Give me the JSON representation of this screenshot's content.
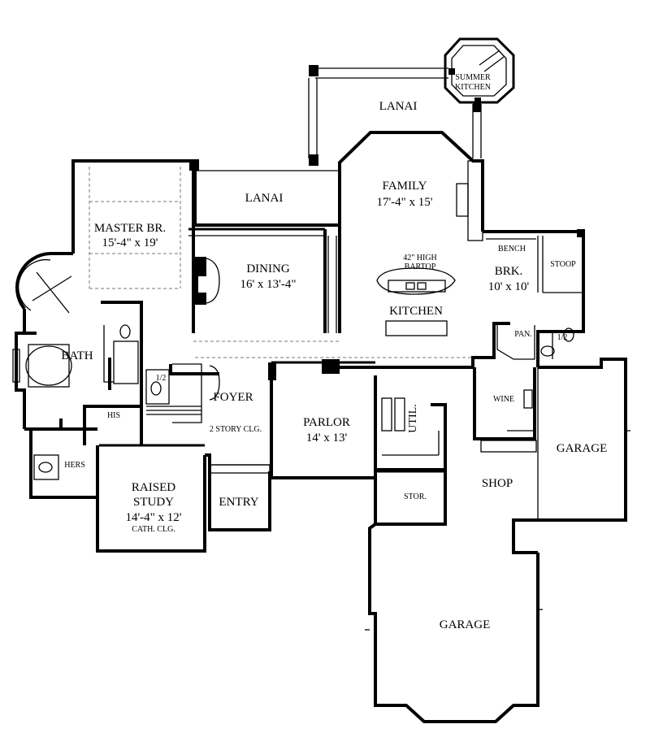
{
  "rooms": {
    "summer_kitchen": [
      "SUMMER",
      "KITCHEN"
    ],
    "lanai_rear": "LANAI",
    "lanai_mid": "LANAI",
    "family": {
      "name": "FAMILY",
      "size": "17'-4\" x 15'"
    },
    "master": {
      "name": "MASTER BR.",
      "size": "15'-4\" x 19'"
    },
    "dining": {
      "name": "DINING",
      "size": "16' x 13'-4\""
    },
    "bartop": [
      "42\" HIGH",
      "BARTOP"
    ],
    "kitchen": "KITCHEN",
    "bench": "BENCH",
    "brk": {
      "name": "BRK.",
      "size": "10' x 10'"
    },
    "stoop": "STOOP",
    "pan": "PAN.",
    "half_bath_right": "1/2",
    "bath": "BATH",
    "half_bath_left": "1/2",
    "his": "HIS",
    "hers": "HERS",
    "foyer": {
      "name": "FOYER",
      "note": "2 STORY CLG."
    },
    "parlor": {
      "name": "PARLOR",
      "size": "14' x 13'"
    },
    "util": "UTIL.",
    "wine": "WINE",
    "garage_right": "GARAGE",
    "study": {
      "name1": "RAISED",
      "name2": "STUDY",
      "size": "14'-4\" x 12'",
      "note": "CATH. CLG."
    },
    "entry": "ENTRY",
    "stor": "STOR.",
    "shop": "SHOP",
    "garage_main": "GARAGE"
  }
}
